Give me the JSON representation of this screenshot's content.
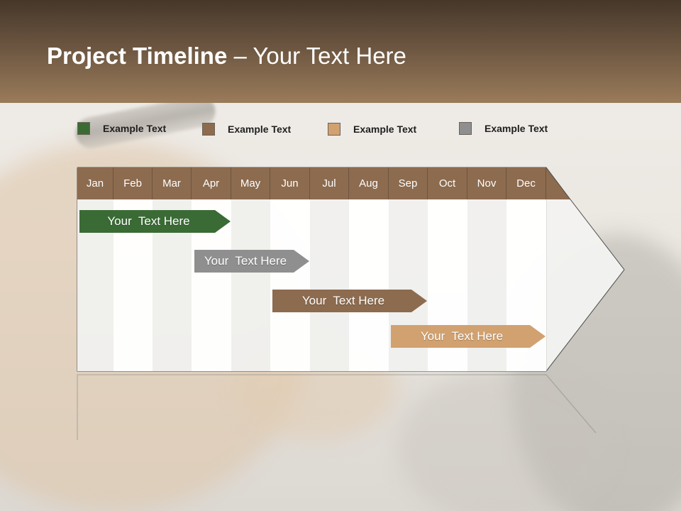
{
  "header": {
    "title_bold": "Project Timeline",
    "title_rest": " – Your Text Here"
  },
  "legend": [
    {
      "label": "Example Text",
      "color": "#3a6b35"
    },
    {
      "label": "Example Text",
      "color": "#8c6b4f"
    },
    {
      "label": "Example Text",
      "color": "#d1a170"
    },
    {
      "label": "Example Text",
      "color": "#8f8f8f"
    }
  ],
  "timeline": {
    "months": [
      "Jan",
      "Feb",
      "Mar",
      "Apr",
      "May",
      "Jun",
      "Jul",
      "Aug",
      "Sep",
      "Oct",
      "Nov",
      "Dec"
    ],
    "header_color": "#8c6b4f",
    "tasks": [
      {
        "label": "Your  Text Here",
        "start_month": "Jan",
        "end_month": "Apr",
        "color": "#3a6b35"
      },
      {
        "label": "Your  Text Here",
        "start_month": "Apr",
        "end_month": "Jun",
        "color": "#8f8f8f"
      },
      {
        "label": "Your  Text Here",
        "start_month": "Jun",
        "end_month": "Sep",
        "color": "#8c6b4f"
      },
      {
        "label": "Your  Text Here",
        "start_month": "Sep",
        "end_month": "Dec",
        "color": "#d1a170"
      }
    ]
  }
}
